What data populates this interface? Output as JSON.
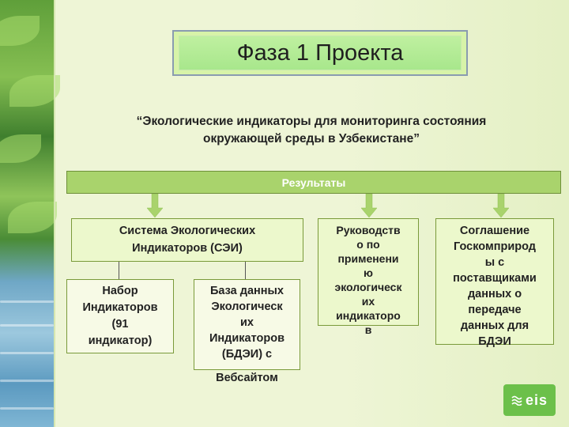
{
  "title": "Фаза 1 Проекта",
  "subtitle_lines": [
    "“Экологические индикаторы для мониторинга состояния",
    "окружающей среды в Узбекистане”"
  ],
  "results_label": "Результаты",
  "boxes": {
    "sei": [
      "Система Экологических",
      "Индикаторов (СЭИ)"
    ],
    "guide": [
      "Руководств",
      "о по",
      "применени",
      "ю",
      "экологическ",
      "их",
      "индикаторо",
      "в"
    ],
    "agreement": [
      "Соглашение",
      "Госкомприрод",
      "ы с",
      "поставщиками",
      "данных о",
      "передаче",
      "данных для",
      "БДЭИ"
    ],
    "indicators_set": [
      "Набор",
      "Индикаторов",
      "(91",
      "индикатор)"
    ],
    "database": [
      "База данных",
      "Экологическ",
      "их",
      "Индикаторов",
      "(БДЭИ) с",
      "Вебсайтом"
    ]
  },
  "logo_text": "eis",
  "colors": {
    "results_bar": "#a9d36c",
    "box_fill": "#ecf8cc",
    "arrow": "#a9d36c",
    "logo": "#6cc04a"
  }
}
